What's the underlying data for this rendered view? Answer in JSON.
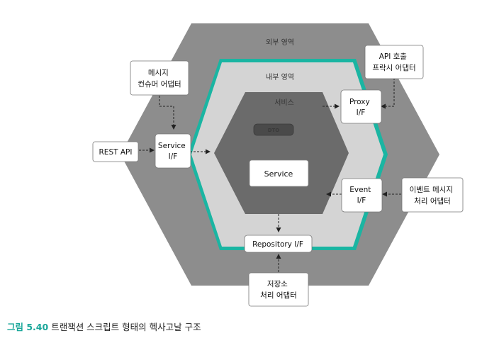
{
  "diagram": {
    "outer_label": "외부 영역",
    "inner_label": "내부 영역",
    "service_zone_label": "서비스",
    "dto_label": "DTO",
    "service_box": "Service",
    "service_if": [
      "Service",
      "I/F"
    ],
    "proxy_if": [
      "Proxy",
      "I/F"
    ],
    "event_if": [
      "Event",
      "I/F"
    ],
    "repository_if": "Repository I/F",
    "rest_api": "REST API",
    "message_consumer_adapter": [
      "메시지",
      "컨슈머 어댑터"
    ],
    "api_call_proxy_adapter": [
      "API 호출",
      "프락시 어댑터"
    ],
    "event_message_adapter": [
      "이벤트 메시지",
      "처리 어댑터"
    ],
    "storage_adapter": [
      "저장소",
      "처리 어댑터"
    ]
  },
  "colors": {
    "outer_hex": "#8d8d8d",
    "teal_border": "#1ab5a2",
    "inner_hex": "#d4d4d4",
    "core_hex": "#6b6b6b",
    "caption_accent": "#1aa79a"
  },
  "caption": {
    "number": "그림 5.40",
    "text": "트랜잭션 스크립트 형태의 헥사고날 구조"
  }
}
